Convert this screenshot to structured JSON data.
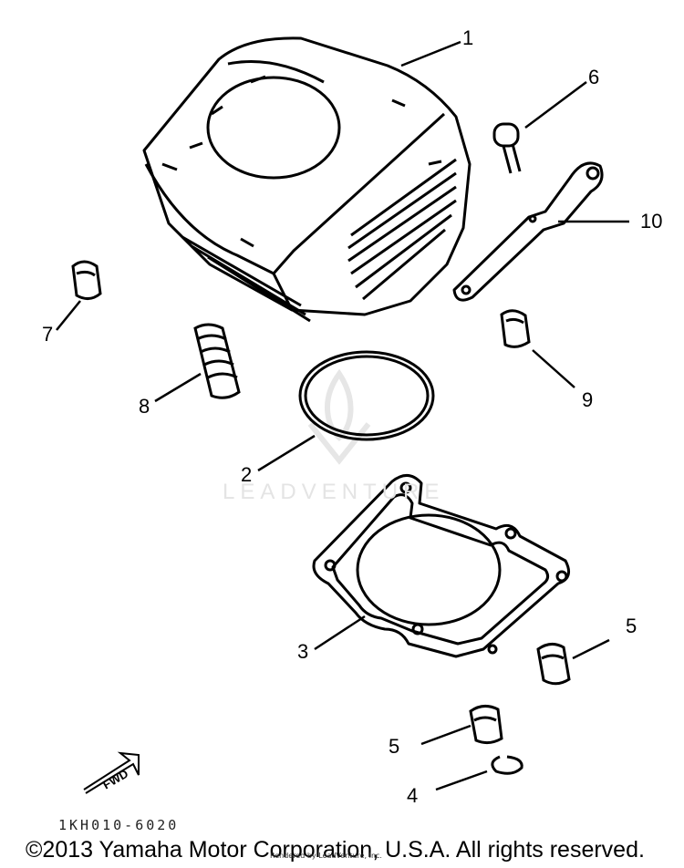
{
  "callouts": {
    "cylinder": "1",
    "o_ring": "2",
    "base_gasket": "3",
    "circlip": "4",
    "dowel_right": "5",
    "dowel_left": "5",
    "bolt": "6",
    "dowel_left_upper": "7",
    "spring": "8",
    "dowel_right_upper": "9",
    "stay": "10"
  },
  "fwd_marker": "FWD",
  "watermark": "LEADVENTURE",
  "drawing_code": "1KH010-6020",
  "copyright": "©2013 Yamaha Motor Corporation, U.S.A. All rights reserved.",
  "rendered_by": "Rendered by LeadVenture, Inc."
}
